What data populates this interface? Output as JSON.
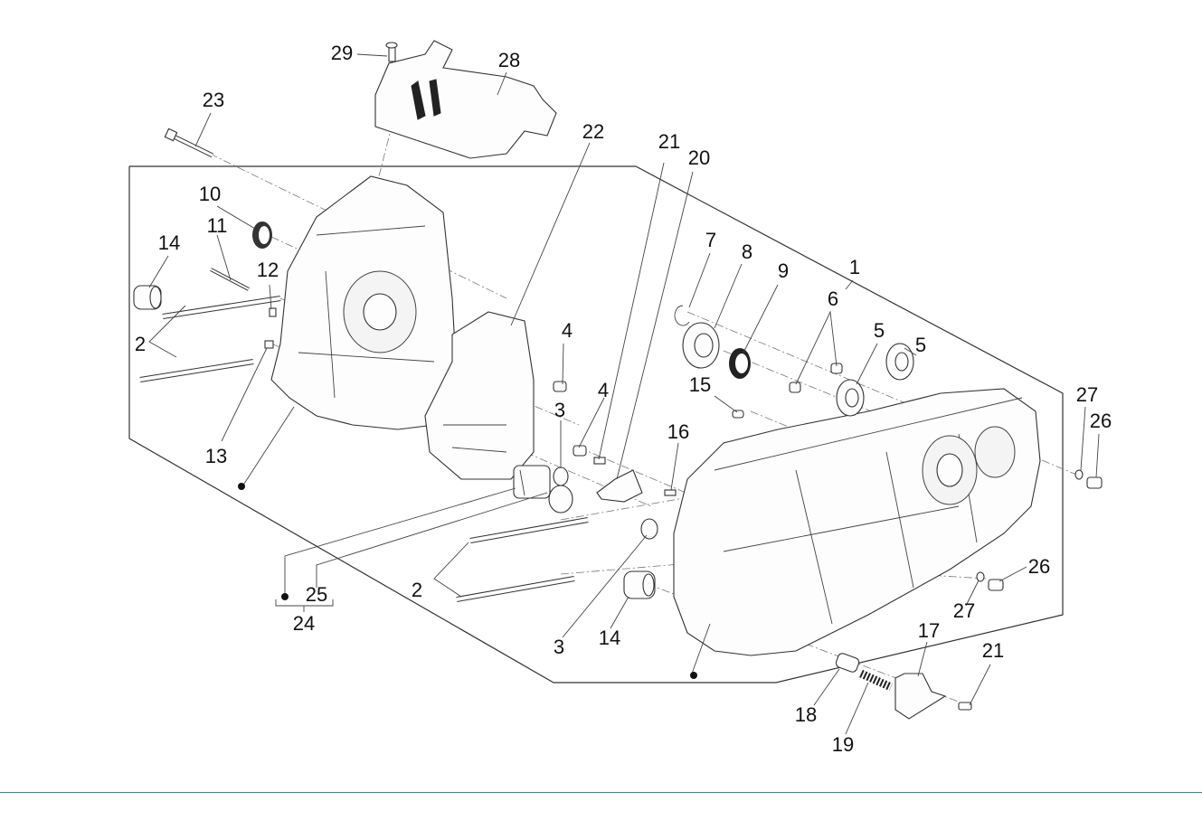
{
  "diagram": {
    "title": "Crankcase exploded view",
    "callouts": [
      {
        "id": "c1",
        "label": "1"
      },
      {
        "id": "c2a",
        "label": "2"
      },
      {
        "id": "c2b",
        "label": "2"
      },
      {
        "id": "c3a",
        "label": "3"
      },
      {
        "id": "c3b",
        "label": "3"
      },
      {
        "id": "c4a",
        "label": "4"
      },
      {
        "id": "c4b",
        "label": "4"
      },
      {
        "id": "c5a",
        "label": "5"
      },
      {
        "id": "c5b",
        "label": "5"
      },
      {
        "id": "c6",
        "label": "6"
      },
      {
        "id": "c7",
        "label": "7"
      },
      {
        "id": "c8",
        "label": "8"
      },
      {
        "id": "c9",
        "label": "9"
      },
      {
        "id": "c10",
        "label": "10"
      },
      {
        "id": "c11",
        "label": "11"
      },
      {
        "id": "c12",
        "label": "12"
      },
      {
        "id": "c13",
        "label": "13"
      },
      {
        "id": "c14a",
        "label": "14"
      },
      {
        "id": "c14b",
        "label": "14"
      },
      {
        "id": "c15",
        "label": "15"
      },
      {
        "id": "c16",
        "label": "16"
      },
      {
        "id": "c17",
        "label": "17"
      },
      {
        "id": "c18",
        "label": "18"
      },
      {
        "id": "c19",
        "label": "19"
      },
      {
        "id": "c20",
        "label": "20"
      },
      {
        "id": "c21a",
        "label": "21"
      },
      {
        "id": "c21b",
        "label": "21"
      },
      {
        "id": "c22",
        "label": "22"
      },
      {
        "id": "c23",
        "label": "23"
      },
      {
        "id": "c24",
        "label": "24"
      },
      {
        "id": "c25",
        "label": "25"
      },
      {
        "id": "c26a",
        "label": "26"
      },
      {
        "id": "c26b",
        "label": "26"
      },
      {
        "id": "c27a",
        "label": "27"
      },
      {
        "id": "c27b",
        "label": "27"
      },
      {
        "id": "c28",
        "label": "28"
      },
      {
        "id": "c29",
        "label": "29"
      }
    ]
  },
  "colors": {
    "line": "#333333",
    "rule": "#4a7f8f",
    "background": "#ffffff"
  }
}
